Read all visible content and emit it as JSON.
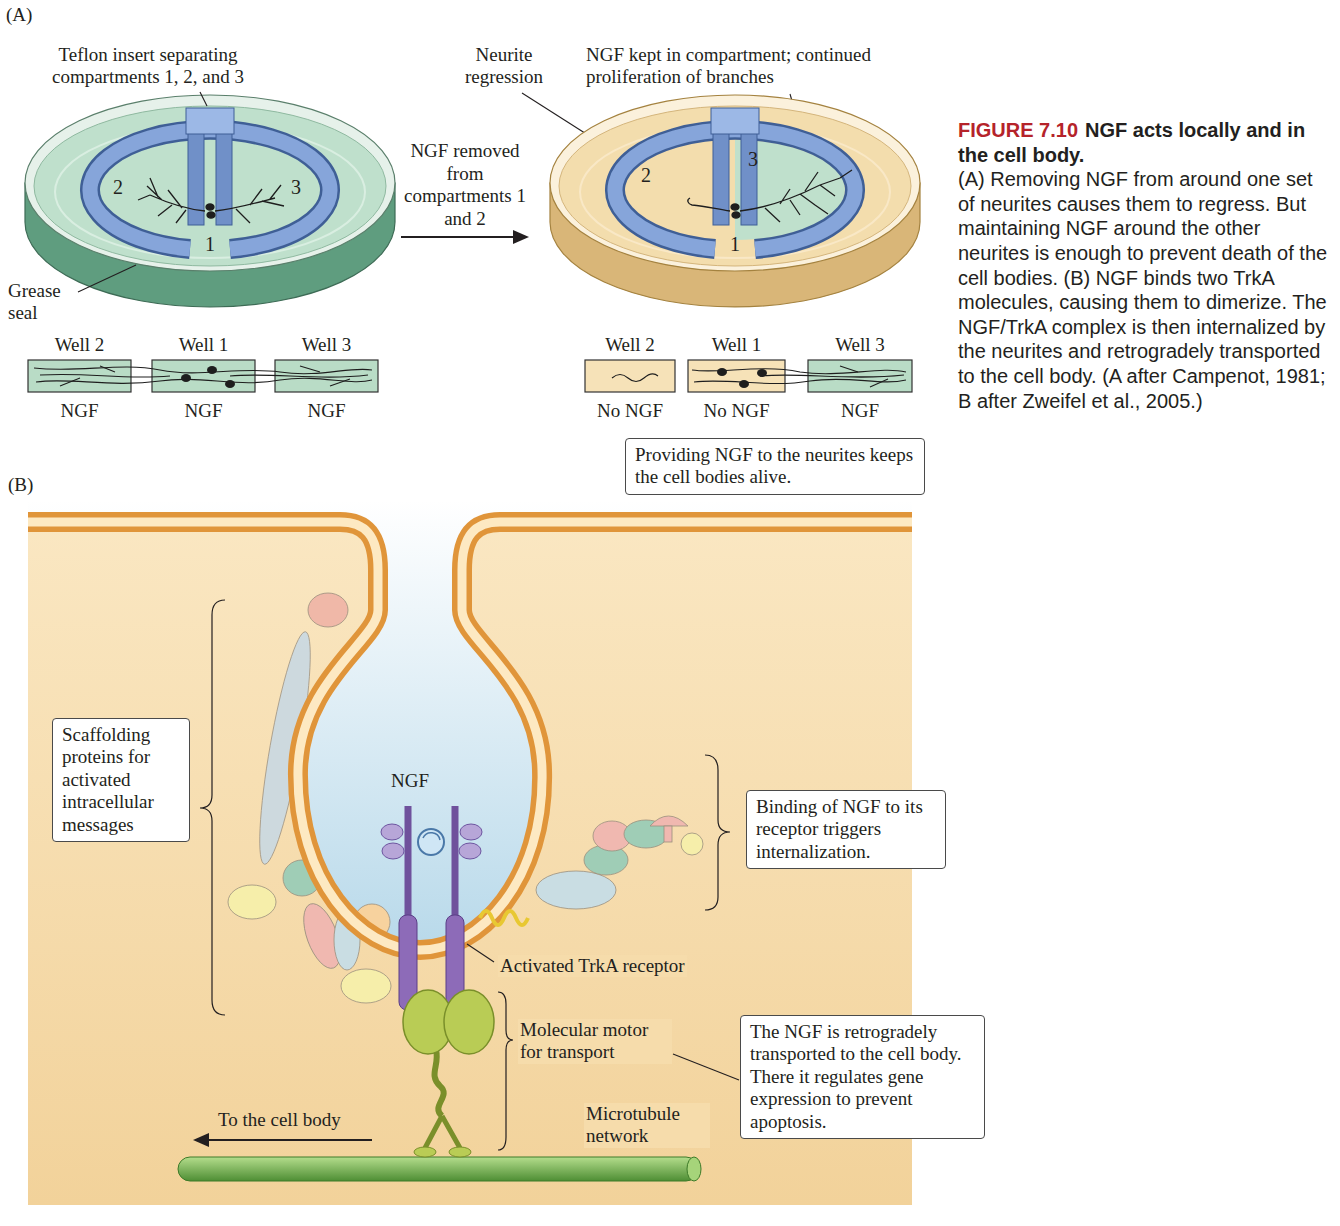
{
  "diagram": {
    "title": "NGF acts locally and in the cell body.",
    "caption": "(A) Removing NGF from around one set of neurites causes them to regress. But maintaining NGF around the other neurites is enough to prevent death of the cell bodies. (B) NGF binds two TrkA molecules, causing them to dimerize. The NGF/TrkA complex is then internalized by the neurites and retrogradely transported to the cell body. (A after Campenot, 1981; B after Zweifel et al., 2005.)",
    "nodes": [
      {
        "text": [
          "2",
          "3",
          "1"
        ]
      },
      {
        "text": [
          "2",
          "3",
          "1"
        ]
      },
      {
        "text": [
          "Well 2",
          "NGF"
        ]
      },
      {
        "text": [
          "Well 1",
          "NGF"
        ]
      },
      {
        "text": [
          "Well 3",
          "NGF"
        ]
      },
      {
        "text": [
          "Well 2",
          "No NGF"
        ]
      },
      {
        "text": [
          "Well 1",
          "No NGF"
        ]
      },
      {
        "text": [
          "Well 3",
          "NGF"
        ]
      },
      {
        "text": [
          "Providing NGF to the neurites keeps the cell bodies alive."
        ]
      },
      {
        "text": [
          "Scaffolding proteins for activated intracellular messages"
        ]
      },
      {
        "text": [
          "Binding of NGF to its receptor triggers internalization."
        ]
      },
      {
        "text": [
          "The NGF is retrogradely transported to the cell body. There it regulates gene expression to prevent apoptosis."
        ]
      }
    ],
    "edges": [
      {
        "from": 0,
        "to": 1,
        "arrow": "to",
        "label": "NGF removed from compartments 1 and 2"
      }
    ],
    "labels": [
      "(A)",
      "Teflon insert separating compartments 1, 2, and 3",
      "Neurite regression",
      "NGF kept in compartment; continued proliferation of branches",
      "Grease seal",
      "(B)",
      "NGF",
      "Activated TrkA receptor",
      "Molecular motor for transport",
      "To the cell body",
      "Microtubule network",
      "FIGURE 7.10"
    ]
  }
}
